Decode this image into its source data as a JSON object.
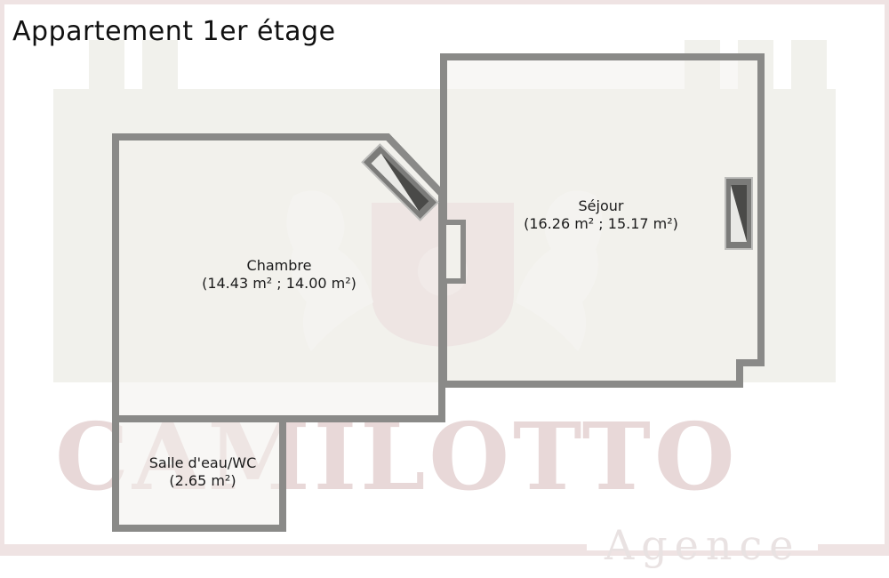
{
  "plan": {
    "title": "Appartement 1er étage",
    "rooms": [
      {
        "id": "chambre",
        "name": "Chambre",
        "area": "(14.43 m² ; 14.00 m²)"
      },
      {
        "id": "sejour",
        "name": "Séjour",
        "area": "(16.26 m² ; 15.17 m²)"
      },
      {
        "id": "salle",
        "name": "Salle d'eau/WC",
        "area": "(2.65 m²)"
      }
    ]
  },
  "watermark": {
    "brand": "CAMILOTTO",
    "subtitle": "Agence"
  },
  "colors": {
    "wall": "#8a8a88",
    "floor": "#f2f1ec",
    "watermark": "#e6d6d6"
  }
}
